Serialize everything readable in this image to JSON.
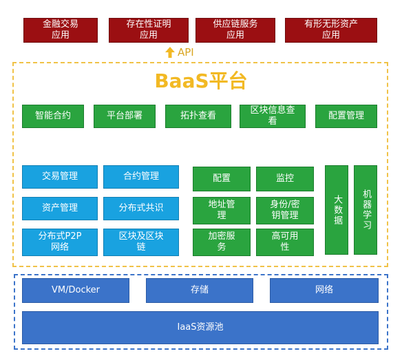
{
  "apps": [
    "金融交易\n应用",
    "存在性证明\n应用",
    "供应链服务\n应用",
    "有形无形资产\n应用"
  ],
  "api_label": "API",
  "baas_title": "BaaS平台",
  "top_row": [
    "智能合约",
    "平台部署",
    "拓扑查看",
    "区块信息查\n看",
    "配置管理"
  ],
  "cyan_grid": [
    "交易管理",
    "合约管理",
    "资产管理",
    "分布式共识",
    "分布式P2P\n网络",
    "区块及区块\n链"
  ],
  "green_grid": [
    "配置",
    "监控",
    "地址管\n理",
    "身份/密\n钥管理",
    "加密服\n务",
    "高可用\n性"
  ],
  "vertical": [
    "大数据",
    "机器学习"
  ],
  "iaas_row": [
    "VM/Docker",
    "存储",
    "网络"
  ],
  "iaas_pool": "IaaS资源池",
  "colors": {
    "app_red": "#9b0f12",
    "module_green": "#2aa43f",
    "core_cyan": "#19a2e0",
    "iaas_blue": "#3b73c9",
    "baas_gold": "#f2b924"
  }
}
